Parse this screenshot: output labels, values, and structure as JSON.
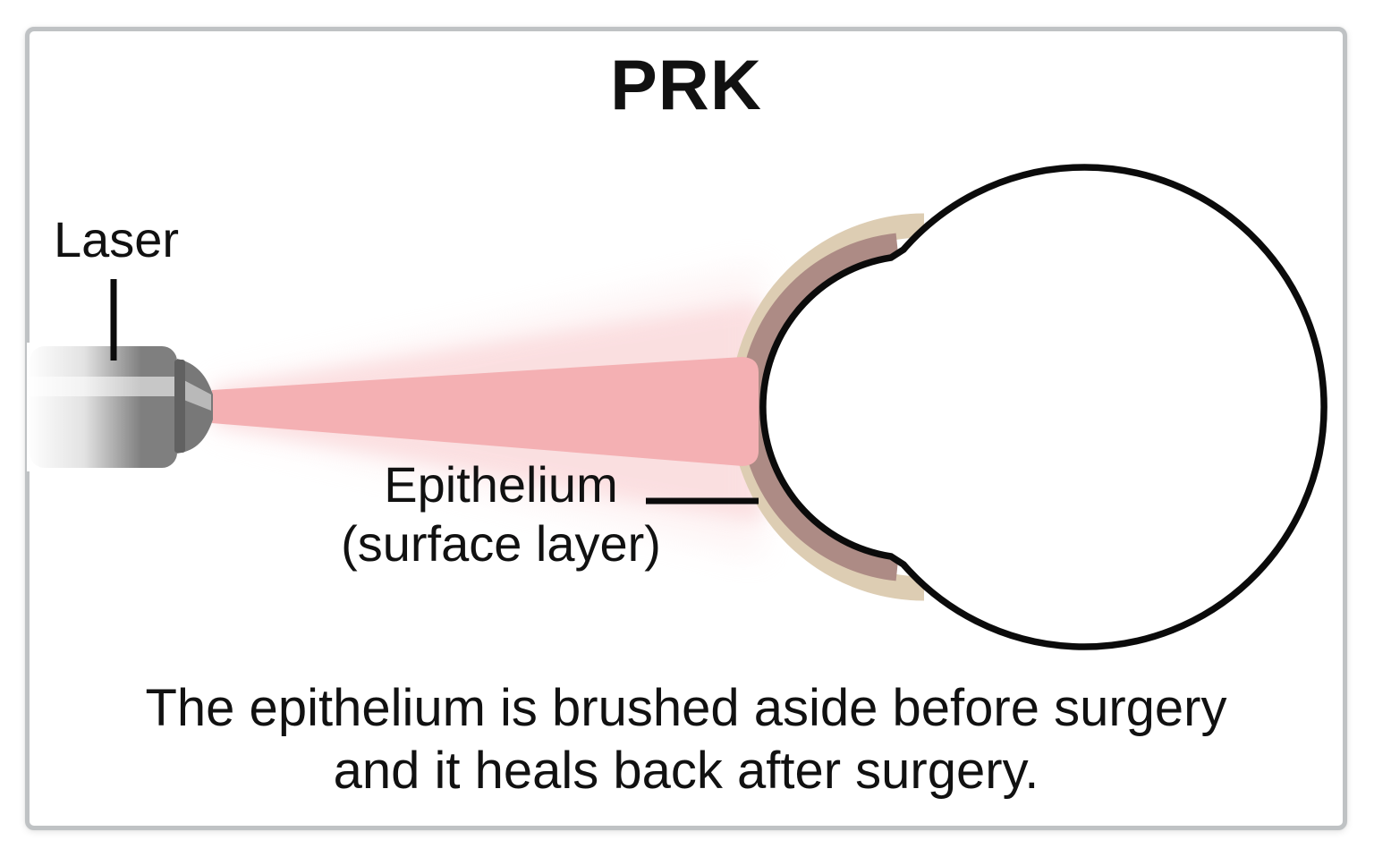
{
  "title": "PRK",
  "labels": {
    "laser": "Laser",
    "epithelium_line1": "Epithelium",
    "epithelium_line2": "(surface layer)"
  },
  "caption": {
    "line1": "The epithelium is brushed aside before surgery",
    "line2": "and it heals back after surgery."
  },
  "colors": {
    "frame_border": "#bfc2c4",
    "outline_black": "#0b0b0b",
    "laser_body": "#7f7f7f",
    "laser_stripe": "#c7c7c7",
    "laser_cone": "#787878",
    "laser_cone_stripe": "#b9b9b9",
    "laser_dark_band": "#616161",
    "beam_core": "#f4b0b3",
    "beam_glow_inner": "#f9cfd1",
    "beam_glow_outer": "#fbe2e3",
    "epithelium_outer_tan": "#ddcdb3",
    "epithelium_inner_mauve": "#ad8b85",
    "eye_fill": "#ffffff",
    "pointer_line": "#0b0b0b",
    "text": "#111111"
  }
}
